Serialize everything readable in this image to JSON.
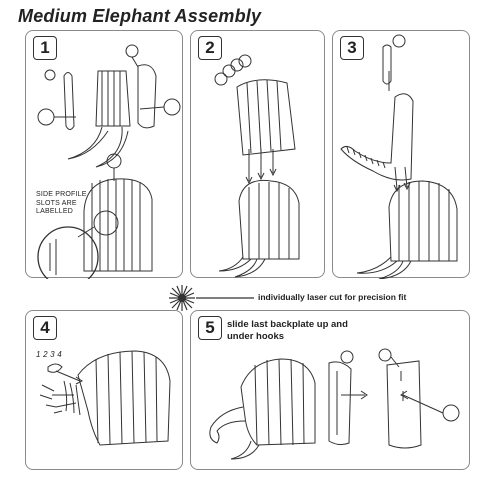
{
  "header": {
    "title": "Medium Elephant Assembly"
  },
  "steps": [
    {
      "number": "1",
      "annotation": "SIDE PROFILE SLOTS ARE LABELLED"
    },
    {
      "number": "2"
    },
    {
      "number": "3"
    },
    {
      "number": "4",
      "slot_labels": "1 2 3 4"
    },
    {
      "number": "5",
      "instruction": "slide last backplate up and under hooks"
    }
  ],
  "laser_note": {
    "text": "individually laser cut for precision fit",
    "icon": "laser-burst-icon"
  }
}
